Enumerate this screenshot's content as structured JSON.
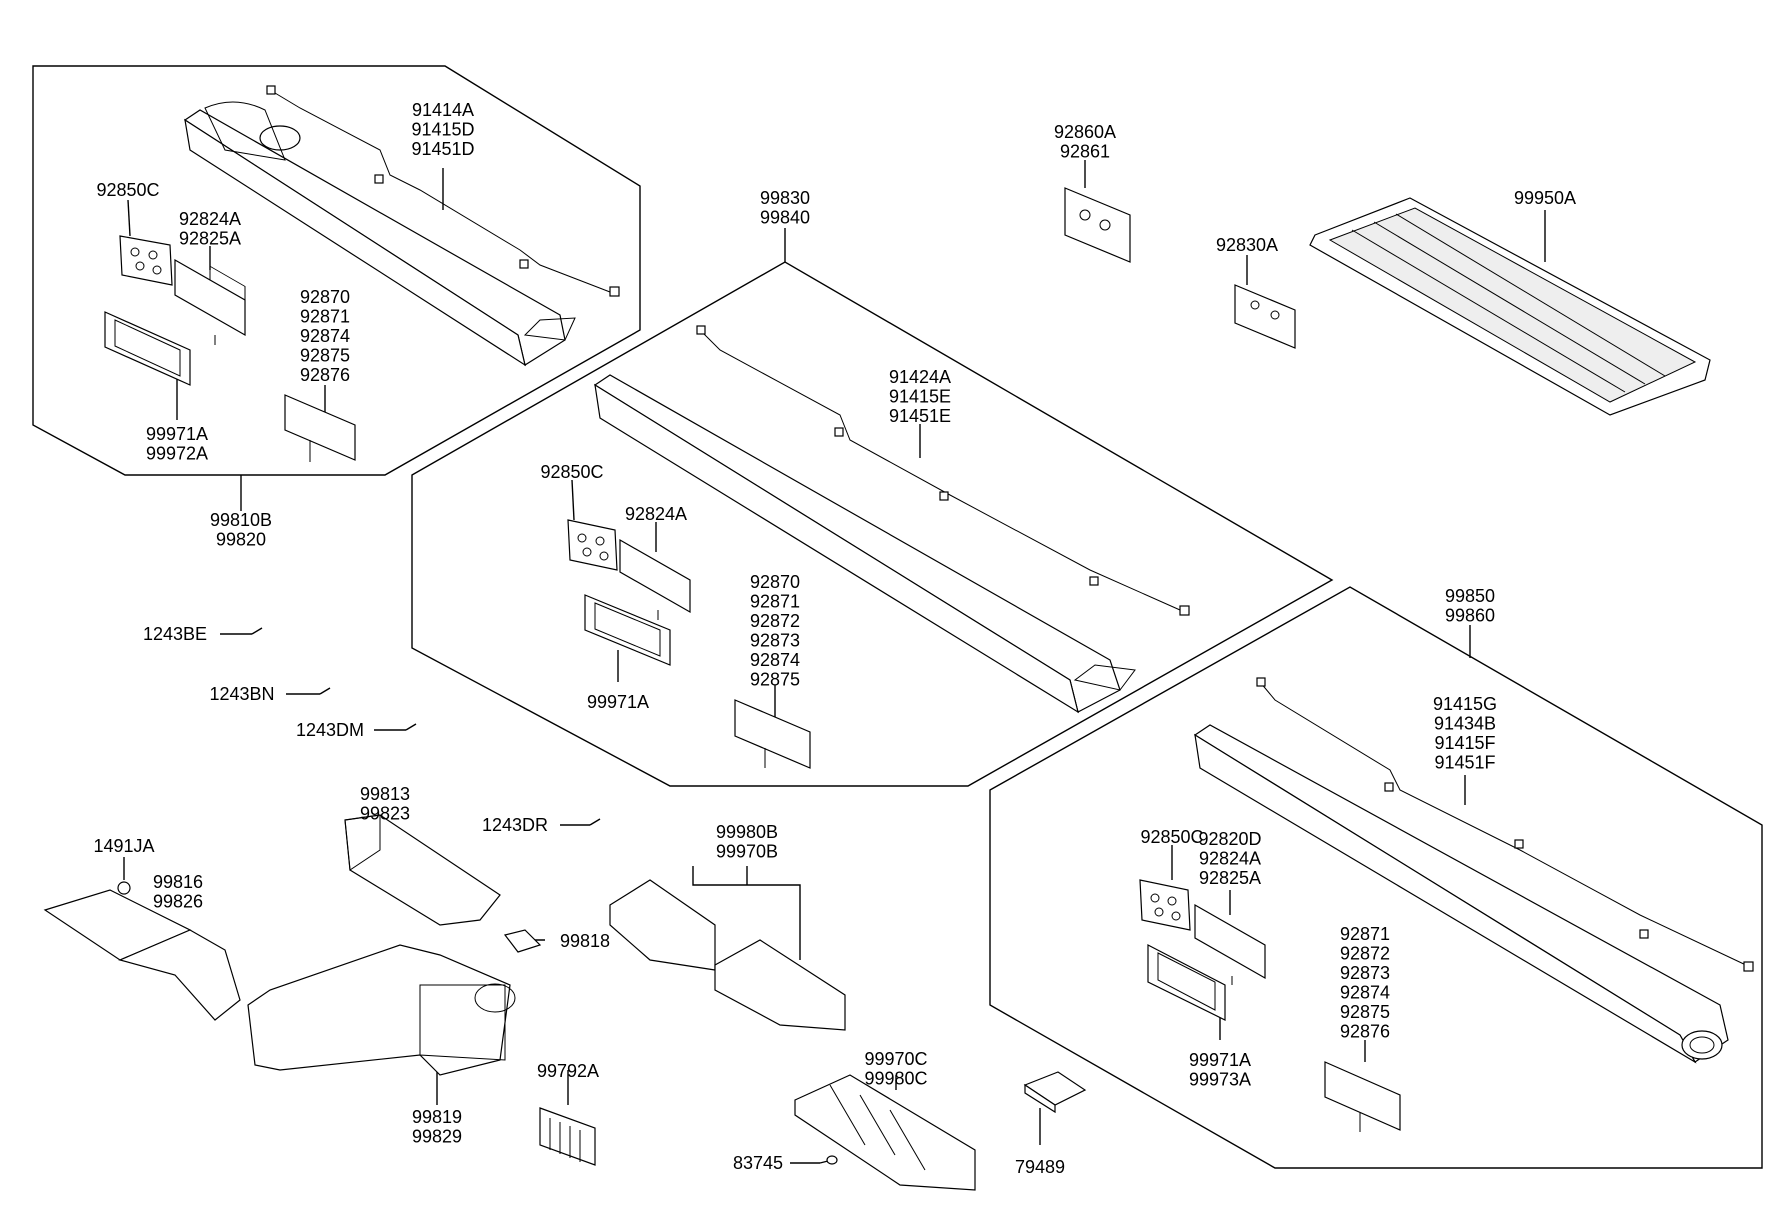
{
  "title": "",
  "callouts": [
    {
      "id": "c-99810b",
      "lines": [
        "99810B",
        "99820"
      ]
    },
    {
      "id": "c-91414a",
      "lines": [
        "91414A",
        "91415D",
        "91451D"
      ]
    },
    {
      "id": "c-92850c-a",
      "lines": [
        "92850C"
      ]
    },
    {
      "id": "c-92824a-a",
      "lines": [
        "92824A",
        "92825A"
      ]
    },
    {
      "id": "c-92870-a",
      "lines": [
        "92870",
        "92871",
        "92874",
        "92875",
        "92876"
      ]
    },
    {
      "id": "c-99971a-a",
      "lines": [
        "99971A",
        "99972A"
      ]
    },
    {
      "id": "c-92860a",
      "lines": [
        "92860A",
        "92861"
      ]
    },
    {
      "id": "c-99830",
      "lines": [
        "99830",
        "99840"
      ]
    },
    {
      "id": "c-92830a",
      "lines": [
        "92830A"
      ]
    },
    {
      "id": "c-99950a",
      "lines": [
        "99950A"
      ]
    },
    {
      "id": "c-91424a",
      "lines": [
        "91424A",
        "91415E",
        "91451E"
      ]
    },
    {
      "id": "c-92850c-b",
      "lines": [
        "92850C"
      ]
    },
    {
      "id": "c-92824a-b",
      "lines": [
        "92824A"
      ]
    },
    {
      "id": "c-92870-b",
      "lines": [
        "92870",
        "92871",
        "92872",
        "92873",
        "92874",
        "92875"
      ]
    },
    {
      "id": "c-99971a-b",
      "lines": [
        "99971A"
      ]
    },
    {
      "id": "c-99850",
      "lines": [
        "99850",
        "99860"
      ]
    },
    {
      "id": "c-91415g",
      "lines": [
        "91415G",
        "91434B",
        "91415F",
        "91451F"
      ]
    },
    {
      "id": "c-92850c-c",
      "lines": [
        "92850C"
      ]
    },
    {
      "id": "c-92820d",
      "lines": [
        "92820D",
        "92824A",
        "92825A"
      ]
    },
    {
      "id": "c-92871-c",
      "lines": [
        "92871",
        "92872",
        "92873",
        "92874",
        "92875",
        "92876"
      ]
    },
    {
      "id": "c-99971a-c",
      "lines": [
        "99971A",
        "99973A"
      ]
    },
    {
      "id": "c-1243be",
      "lines": [
        "1243BE"
      ]
    },
    {
      "id": "c-1243bn",
      "lines": [
        "1243BN"
      ]
    },
    {
      "id": "c-1243dm",
      "lines": [
        "1243DM"
      ]
    },
    {
      "id": "c-1243dr",
      "lines": [
        "1243DR"
      ]
    },
    {
      "id": "c-99813",
      "lines": [
        "99813",
        "99823"
      ]
    },
    {
      "id": "c-1491ja",
      "lines": [
        "1491JA"
      ]
    },
    {
      "id": "c-99816",
      "lines": [
        "99816",
        "99826"
      ]
    },
    {
      "id": "c-99818",
      "lines": [
        "99818"
      ]
    },
    {
      "id": "c-99819",
      "lines": [
        "99819",
        "99829"
      ]
    },
    {
      "id": "c-99980b",
      "lines": [
        "99980B",
        "99970B"
      ]
    },
    {
      "id": "c-99792a",
      "lines": [
        "99792A"
      ]
    },
    {
      "id": "c-99970c",
      "lines": [
        "99970C",
        "99980C"
      ]
    },
    {
      "id": "c-83745",
      "lines": [
        "83745"
      ]
    },
    {
      "id": "c-79489",
      "lines": [
        "79489"
      ]
    }
  ]
}
